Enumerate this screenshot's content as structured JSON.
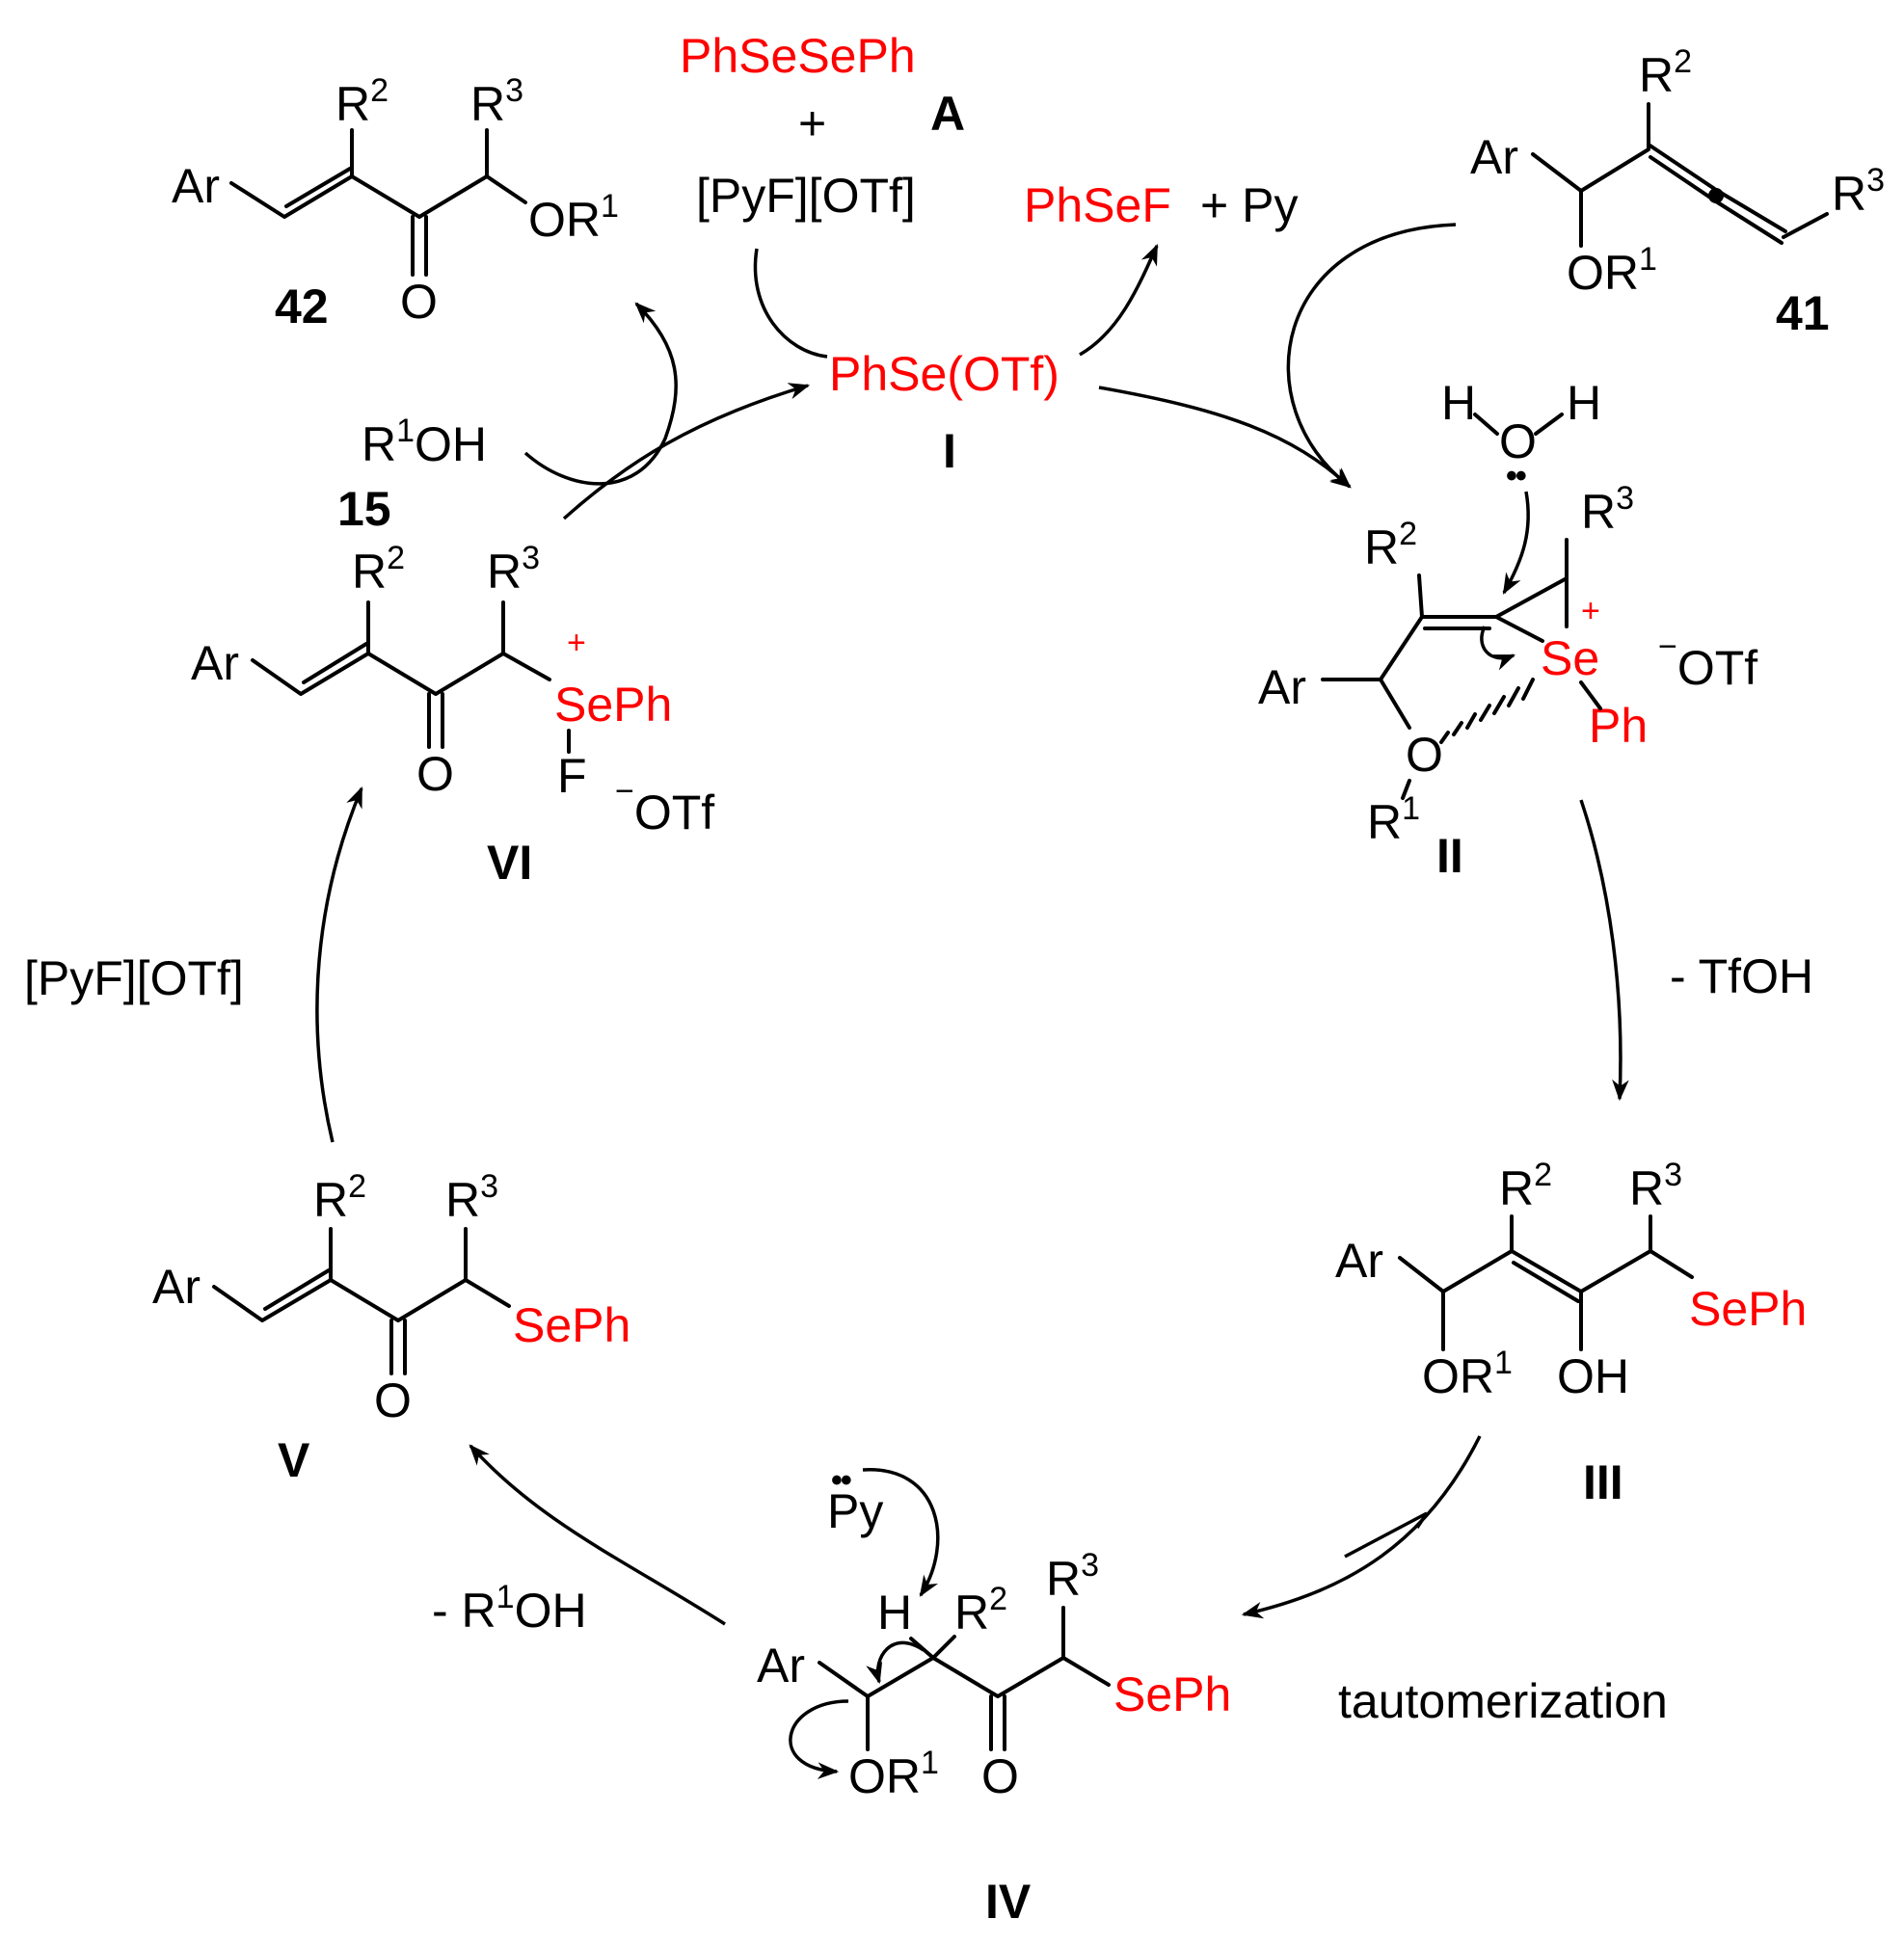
{
  "reagents": {
    "diselenide": "PhSeSePh",
    "plus": "+",
    "fluorinating": "[PyF][OTf]",
    "label_A": "A",
    "byproduct_phsef": "PhSeF",
    "byproduct_py": "+ Py"
  },
  "catalyst_I": {
    "formula": "PhSe(OTf)",
    "label": "I"
  },
  "compound_41": {
    "label": "41",
    "ar": "Ar",
    "r2": "R",
    "r3": "R",
    "or1": "OR",
    "sup_1": "1",
    "sup_2": "2",
    "sup_3": "3"
  },
  "compound_42": {
    "label": "42",
    "ar": "Ar",
    "r2": "R",
    "r3": "R",
    "or1": "OR",
    "o": "O",
    "sup_1": "1",
    "sup_2": "2",
    "sup_3": "3"
  },
  "alcohol_15": {
    "formula_r": "R",
    "formula_sup": "1",
    "formula_oh": "OH",
    "label": "15"
  },
  "intermediate_II": {
    "label": "II",
    "ar": "Ar",
    "r2": "R",
    "r3": "R",
    "se": "Se",
    "plus": "+",
    "ph": "Ph",
    "o": "O",
    "r1": "R",
    "otf": "OTf",
    "minus": "−",
    "water_h1": "H",
    "water_o": "O",
    "water_h2": "H",
    "lone_pair": "••",
    "sup_1": "1",
    "sup_2": "2",
    "sup_3": "3"
  },
  "step_II_III": "- TfOH",
  "intermediate_III": {
    "label": "III",
    "ar": "Ar",
    "r2": "R",
    "r3": "R",
    "or1": "OR",
    "oh": "OH",
    "seph": "SePh",
    "sup_1": "1",
    "sup_2": "2",
    "sup_3": "3"
  },
  "step_III_IV": "tautomerization",
  "intermediate_IV": {
    "label": "IV",
    "ar": "Ar",
    "h": "H",
    "r2": "R",
    "r3": "R",
    "or1": "OR",
    "o": "O",
    "seph": "SePh",
    "py": "Py",
    "lone_pair": "••",
    "sup_1": "1",
    "sup_2": "2",
    "sup_3": "3"
  },
  "step_IV_V": {
    "r": "- R",
    "sup": "1",
    "oh": "OH"
  },
  "intermediate_V": {
    "label": "V",
    "ar": "Ar",
    "r2": "R",
    "r3": "R",
    "o": "O",
    "seph": "SePh",
    "sup_2": "2",
    "sup_3": "3"
  },
  "step_V_VI": "[PyF][OTf]",
  "intermediate_VI": {
    "label": "VI",
    "ar": "Ar",
    "r2": "R",
    "r3": "R",
    "o": "O",
    "seph": "SePh",
    "plus": "+",
    "f": "F",
    "otf": "OTf",
    "minus": "−",
    "sup_2": "2",
    "sup_3": "3"
  },
  "colors": {
    "selenium": "#ff0000",
    "ink": "#000000",
    "background": "#ffffff"
  }
}
